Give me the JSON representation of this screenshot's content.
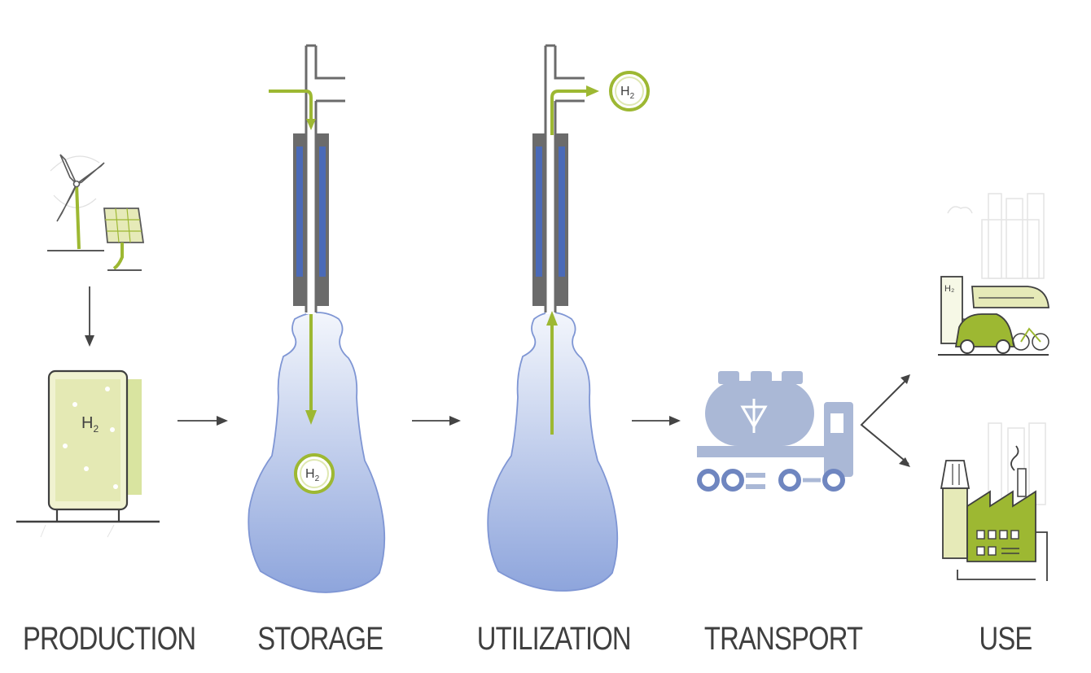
{
  "stages": [
    {
      "key": "production",
      "label": "PRODUCTION"
    },
    {
      "key": "storage",
      "label": "STORAGE"
    },
    {
      "key": "utilization",
      "label": "UTILIZATION"
    },
    {
      "key": "transport",
      "label": "TRANSPORT"
    },
    {
      "key": "use",
      "label": "USE"
    }
  ],
  "symbols": {
    "hydrogen_main": "H",
    "hydrogen_sub": "2",
    "station_sign": "H₂"
  },
  "colors": {
    "accent_green": "#9db832",
    "light_green": "#e6eab8",
    "cavern_top": "#eef2fb",
    "cavern_bottom": "#8fa6dc",
    "pipe_gray": "#6b6b6b",
    "pipe_blue": "#4a6ab8",
    "truck_blue": "#aab8d6",
    "truck_dark": "#6f86c0",
    "text": "#3f3f3f"
  },
  "icons": [
    "wind-turbine-icon",
    "solar-panel-icon",
    "electrolyzer-icon",
    "tanker-truck-icon",
    "mobility-icon",
    "factory-icon"
  ]
}
